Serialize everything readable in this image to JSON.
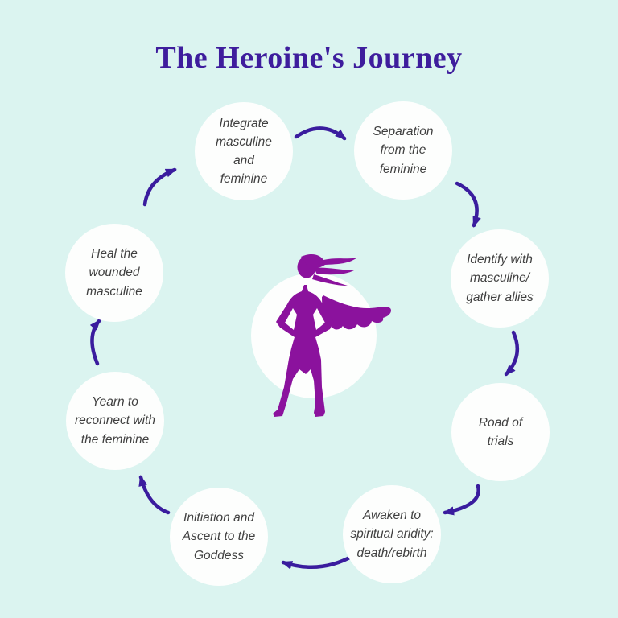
{
  "title": "The Heroine's Journey",
  "diagram_type": "circular-cycle",
  "stages": [
    {
      "name": "separation-from-the-feminine",
      "label": "Separation\nfrom the\nfeminine"
    },
    {
      "name": "identify-with-masculine",
      "label": "Identify with\nmasculine/\ngather allies"
    },
    {
      "name": "road-of-trials",
      "label": "Road of\ntrials"
    },
    {
      "name": "awaken-to-spiritual-aridity",
      "label": "Awaken to\nspiritual aridity:\ndeath/rebirth"
    },
    {
      "name": "initiation-and-ascent",
      "label": "Initiation and\nAscent to the\nGoddess"
    },
    {
      "name": "yearn-to-reconnect",
      "label": "Yearn to\nreconnect with\nthe feminine"
    },
    {
      "name": "heal-the-wounded-masculine",
      "label": "Heal the\nwounded\nmasculine"
    },
    {
      "name": "integrate-masculine-and-feminine",
      "label": "Integrate\nmasculine\nand\nfeminine"
    }
  ],
  "center_figure": "heroine-silhouette-with-cape",
  "flow_direction": "clockwise",
  "colors": {
    "background": "#dbf4f0",
    "title_color": "#3e1d9d",
    "arrow_color": "#3a1c9e",
    "stage_text_color": "#404040",
    "circle_fill": "#fdfefd",
    "figure_color": "#8b129d"
  }
}
